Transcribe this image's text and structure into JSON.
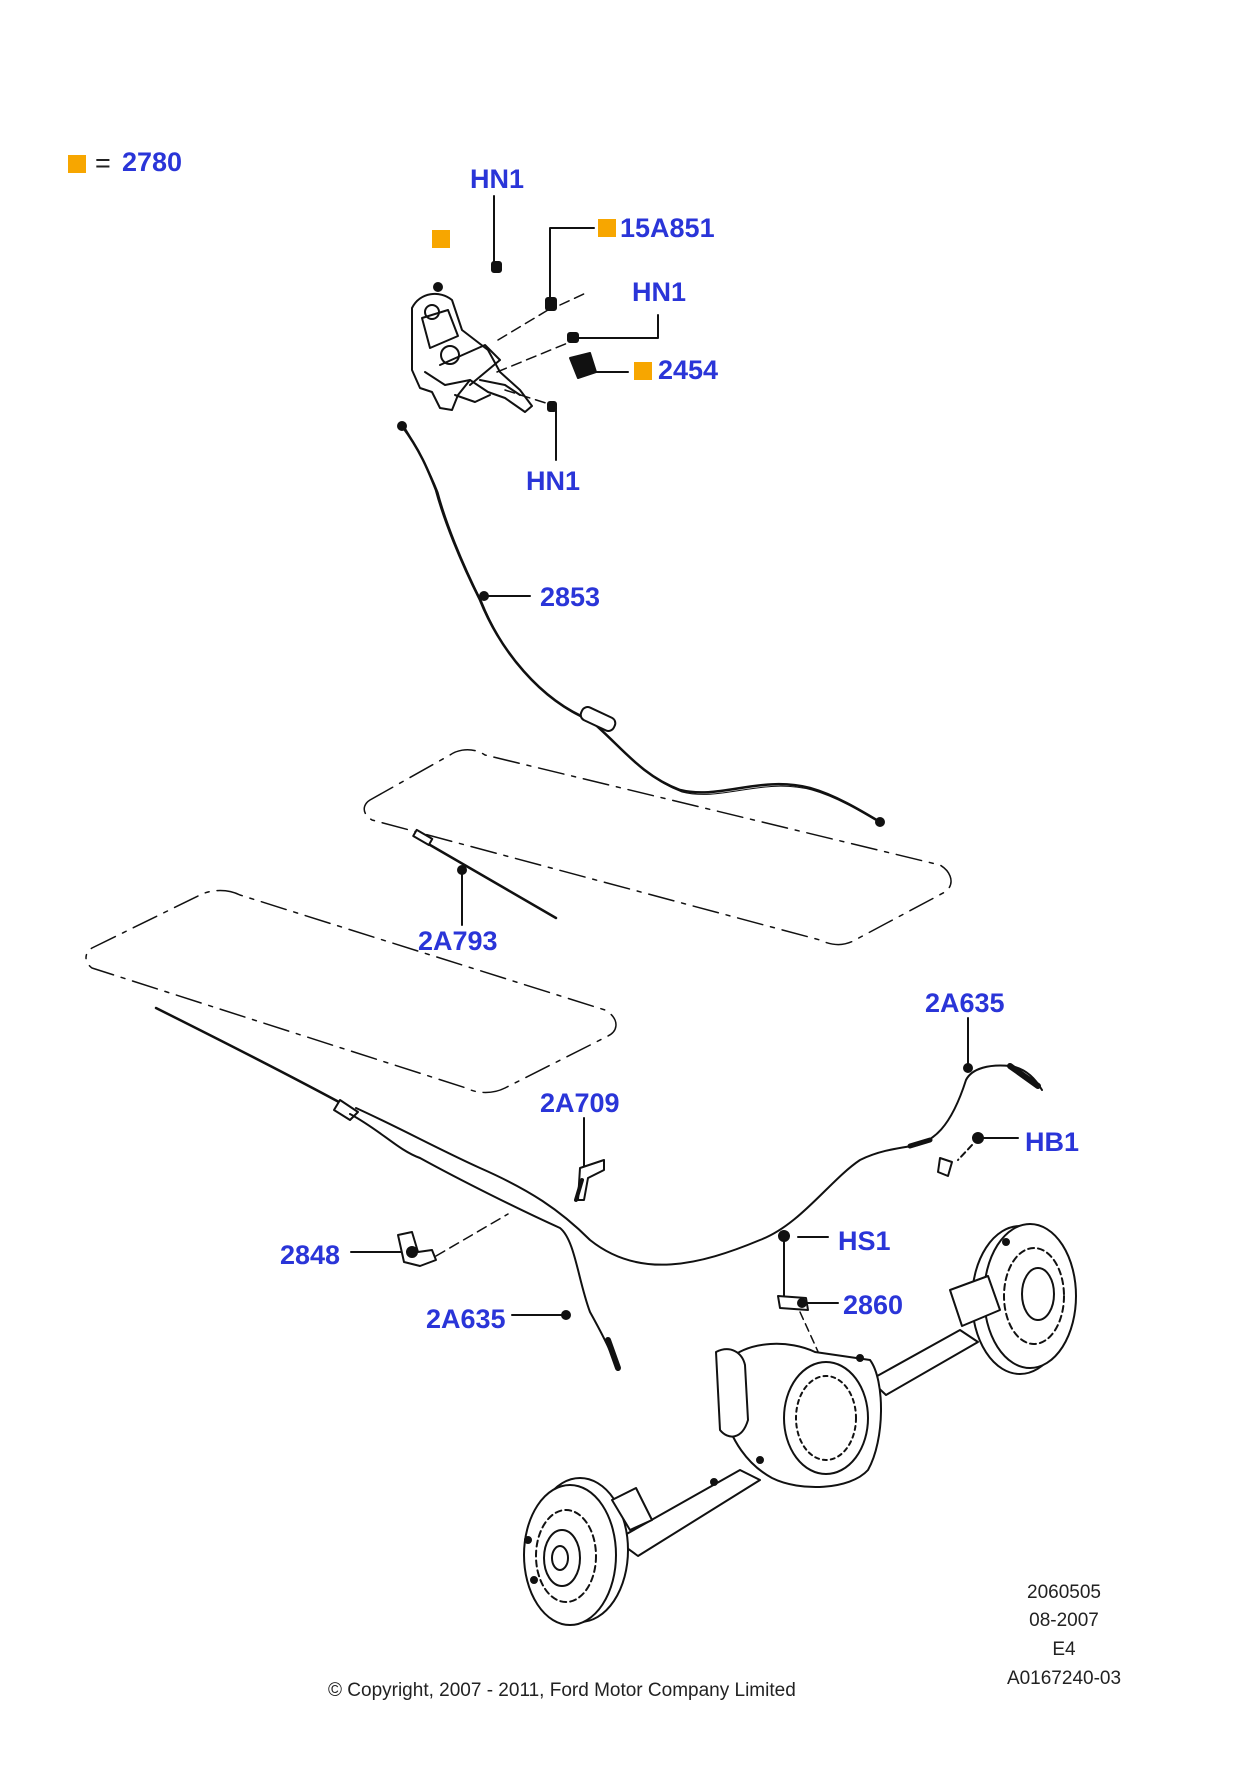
{
  "legend": {
    "equals": "=",
    "part": "2780",
    "marker_color": "#f7a600"
  },
  "label_color": "#2a35d8",
  "labels": {
    "hn1_top": "HN1",
    "p15a851": "15A851",
    "hn1_right": "HN1",
    "p2454": "2454",
    "hn1_bottom": "HN1",
    "p2853": "2853",
    "p2a793": "2A793",
    "p2a635_upper": "2A635",
    "hb1": "HB1",
    "p2a709": "2A709",
    "p2848": "2848",
    "hs1": "HS1",
    "p2860": "2860",
    "p2a635_lower": "2A635"
  },
  "info": {
    "code": "2060505",
    "date": "08-2007",
    "rev": "E4",
    "ref": "A0167240-03"
  },
  "copyright": "© Copyright, 2007 - 2011, Ford Motor Company Limited"
}
